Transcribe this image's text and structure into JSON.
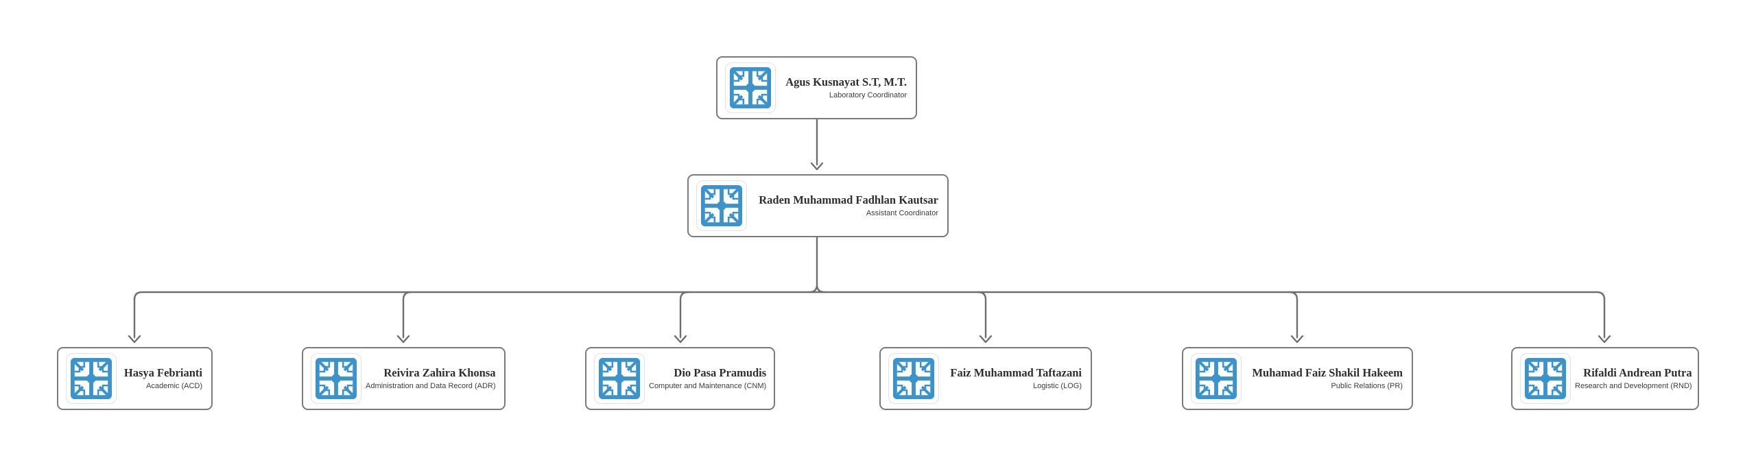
{
  "org": {
    "root": {
      "name": "Agus Kusnayat S.T, M.T.",
      "title": "Laboratory Coordinator"
    },
    "assistant": {
      "name": "Raden Muhammad Fadhlan Kautsar",
      "title": "Assistant Coordinator"
    },
    "children": [
      {
        "name": "Hasya Febrianti",
        "title": "Academic (ACD)"
      },
      {
        "name": "Reivira Zahira Khonsa",
        "title": "Administration and Data Record (ADR)"
      },
      {
        "name": "Dio Pasa Pramudis",
        "title": "Computer and Maintenance (CNM)"
      },
      {
        "name": "Faiz Muhammad Taftazani",
        "title": "Logistic (LOG)"
      },
      {
        "name": "Muhamad Faiz Shakil Hakeem",
        "title": "Public Relations (PR)"
      },
      {
        "name": "Rifaldi Andrean Putra",
        "title": "Research and Development (RND)"
      }
    ],
    "icon": "lab-logo-icon",
    "colors": {
      "logo_blue": "#3b93cd",
      "card_border": "#7a7a7a",
      "connector_gray": "#6e6e6e",
      "name_text": "#2e2e2e",
      "role_text": "#3c3c3c",
      "background": "#ffffff"
    }
  }
}
